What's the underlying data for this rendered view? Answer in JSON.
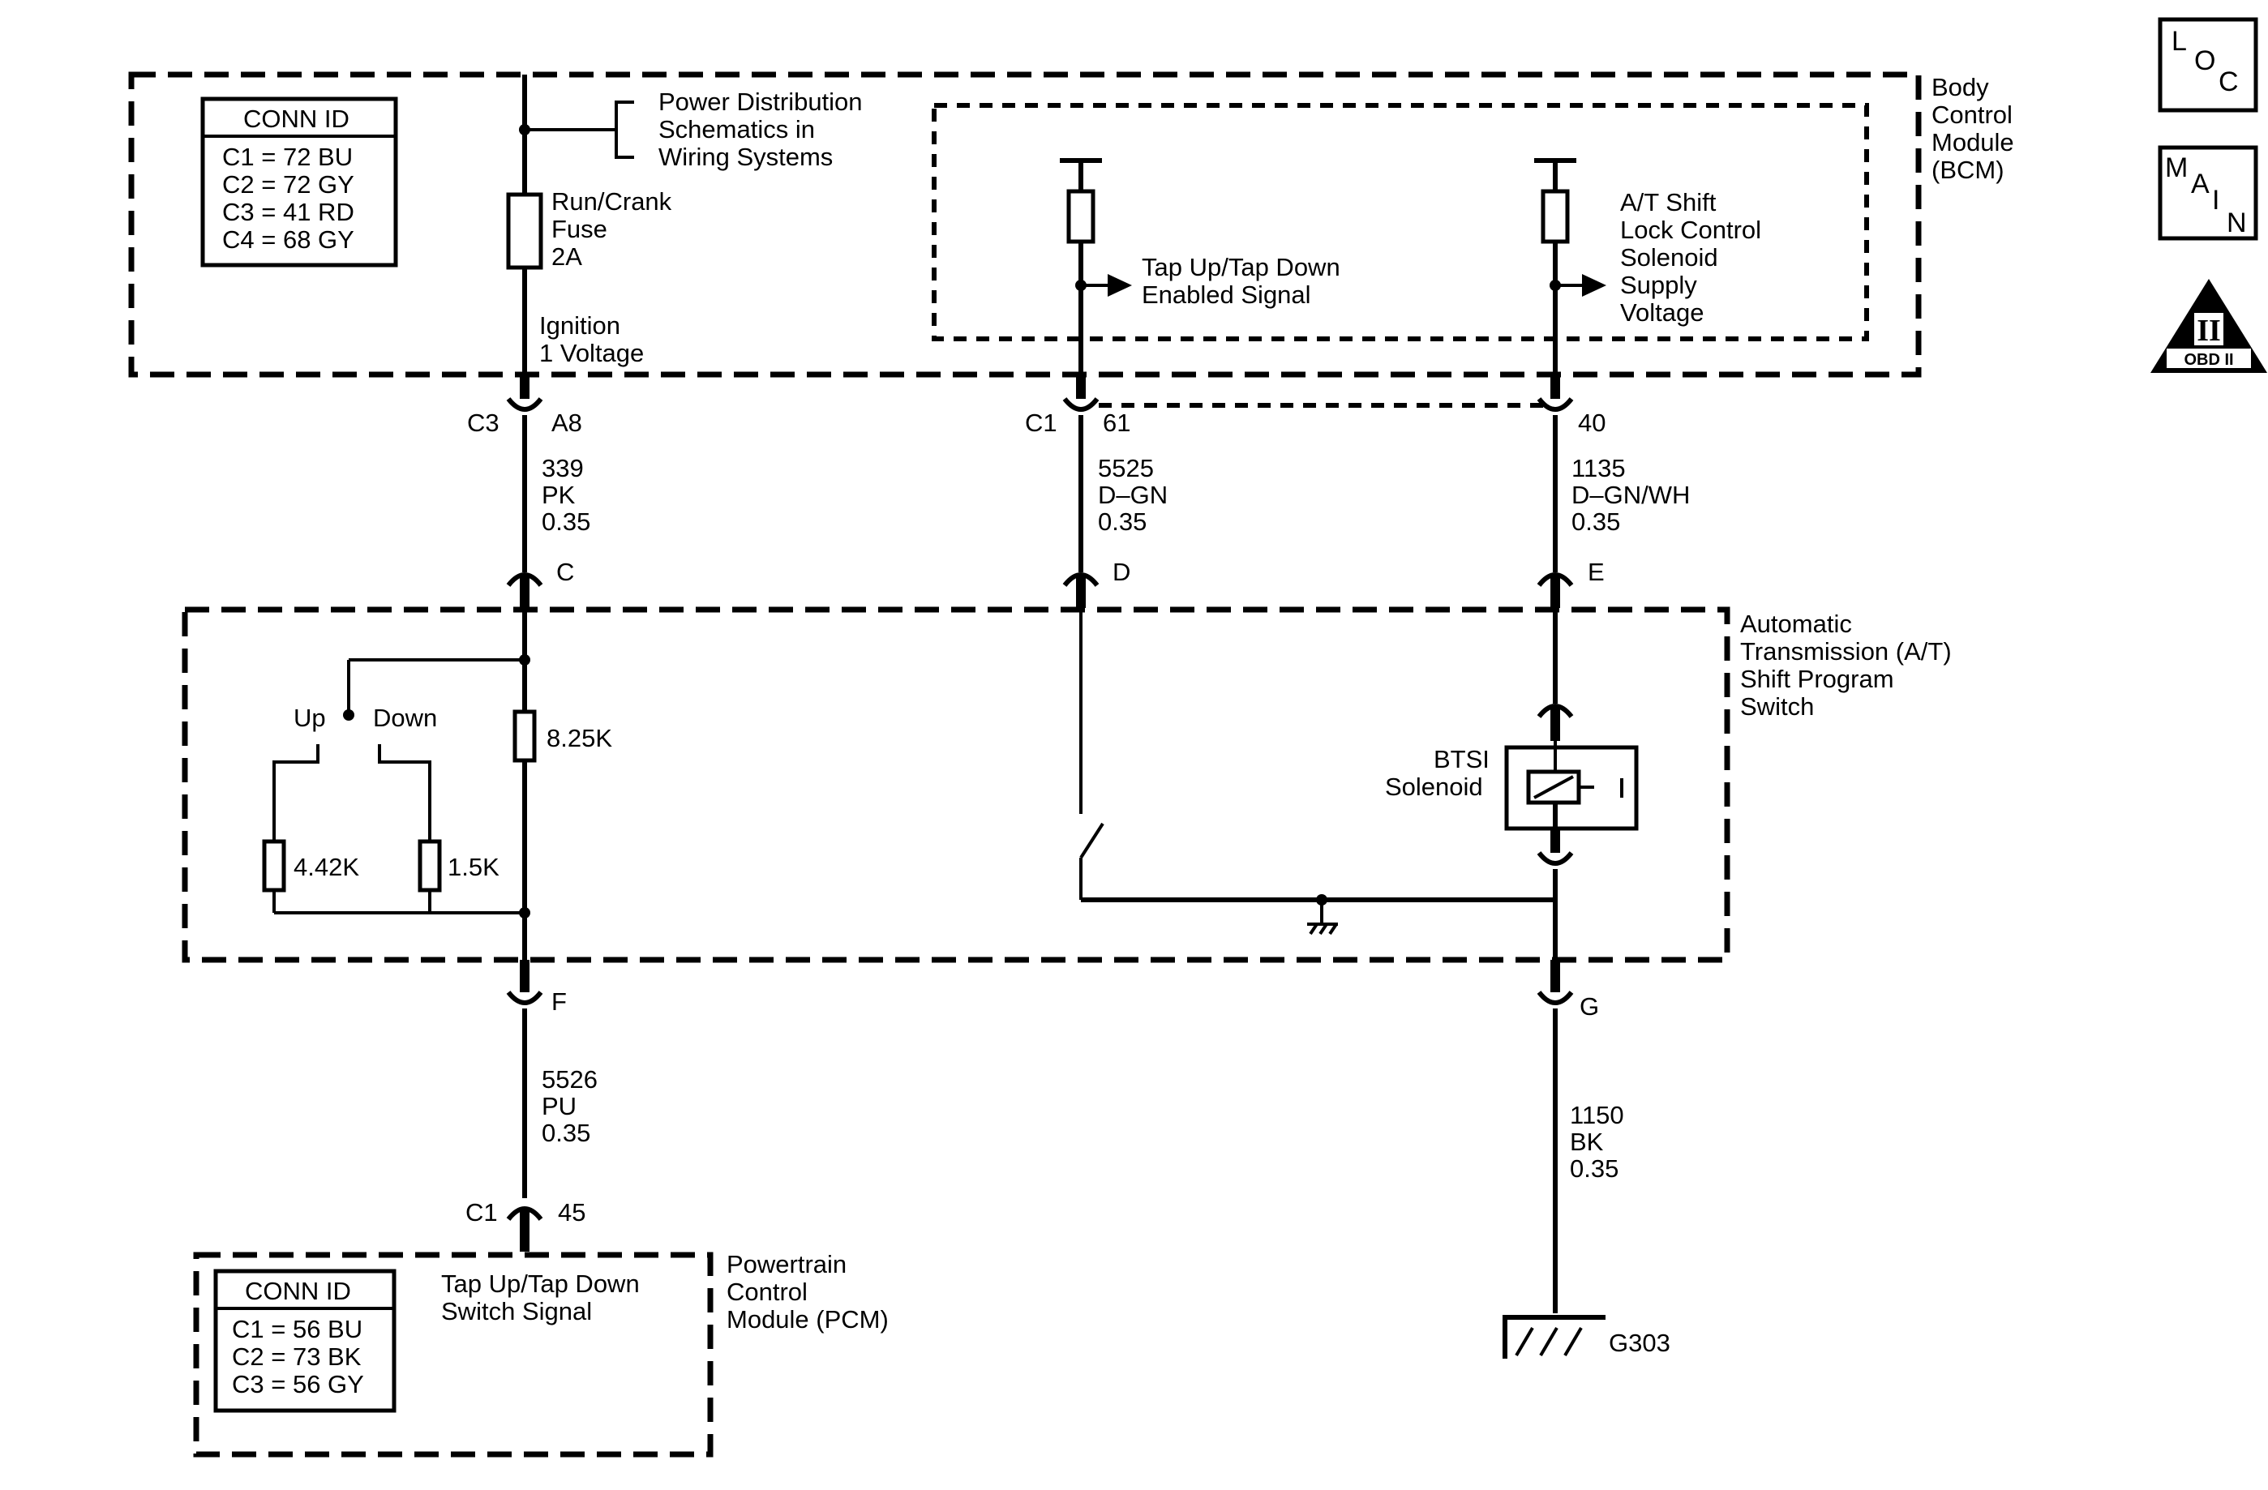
{
  "bcm": {
    "label_lines": [
      "Body",
      "Control",
      "Module",
      "(BCM)"
    ],
    "conn_id": {
      "title": "CONN ID",
      "rows": [
        "C1 = 72 BU",
        "C2 = 72 GY",
        "C3 = 41 RD",
        "C4 = 68 GY"
      ]
    },
    "power_dist_lines": [
      "Power Distribution",
      "Schematics in",
      "Wiring Systems"
    ],
    "fuse_lines": [
      "Run/Crank",
      "Fuse",
      "2A"
    ],
    "ignition_lines": [
      "Ignition",
      "1 Voltage"
    ],
    "tap_signal_lines": [
      "Tap Up/Tap Down",
      "Enabled Signal"
    ],
    "shift_lock_lines": [
      "A/T Shift",
      "Lock Control",
      "Solenoid",
      "Supply",
      "Voltage"
    ]
  },
  "connectors": {
    "c3": "C3",
    "a8": "A8",
    "c1_bcm": "C1",
    "pin61": "61",
    "pin40": "40",
    "c": "C",
    "d": "D",
    "e": "E",
    "f": "F",
    "g": "G",
    "c1_pcm": "C1",
    "pin45": "45"
  },
  "wires": {
    "w339": [
      "339",
      "PK",
      "0.35"
    ],
    "w5525": [
      "5525",
      "D–GN",
      "0.35"
    ],
    "w1135": [
      "1135",
      "D–GN/WH",
      "0.35"
    ],
    "w5526": [
      "5526",
      "PU",
      "0.35"
    ],
    "w1150": [
      "1150",
      "BK",
      "0.35"
    ]
  },
  "switch": {
    "label_lines": [
      "Automatic",
      "Transmission (A/T)",
      "Shift Program",
      "Switch"
    ],
    "up": "Up",
    "down": "Down",
    "r825": "8.25K",
    "r442": "4.42K",
    "r15": "1.5K",
    "btsi_lines": [
      "BTSI",
      "Solenoid"
    ]
  },
  "pcm": {
    "label_lines": [
      "Powertrain",
      "Control",
      "Module (PCM)"
    ],
    "signal_lines": [
      "Tap Up/Tap Down",
      "Switch Signal"
    ],
    "conn_id": {
      "title": "CONN ID",
      "rows": [
        "C1 = 56 BU",
        "C2 = 73 BK",
        "C3 = 56 GY"
      ]
    }
  },
  "ground": {
    "label": "G303"
  },
  "nav": {
    "loc": [
      "L",
      "O",
      "C"
    ],
    "main": [
      "M",
      "A",
      "I",
      "N"
    ],
    "obd_numeral": "II",
    "obd_label": "OBD II"
  }
}
